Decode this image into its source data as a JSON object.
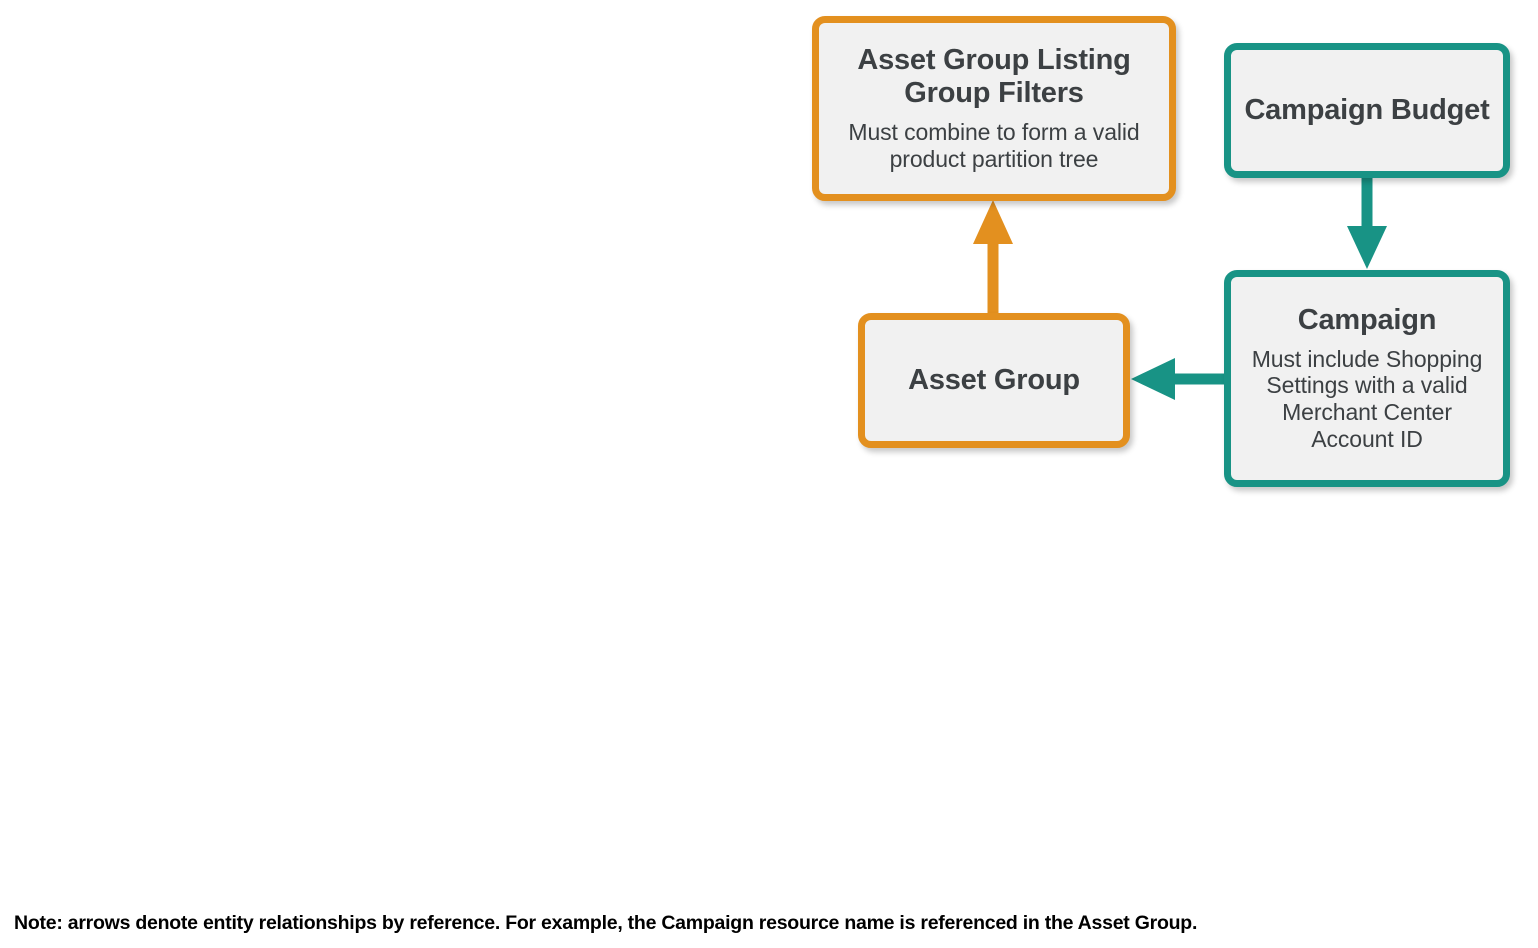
{
  "diagram": {
    "type": "entity-relationship",
    "background_color": "#ffffff",
    "palette": {
      "orange": "#e3901f",
      "teal": "#189385",
      "box_fill": "#f1f1f1",
      "text": "#3c4043",
      "note_text": "#000000"
    },
    "nodes": [
      {
        "id": "asset-group-listing-group-filters",
        "title": "Asset Group Listing Group Filters",
        "subtitle": "Must combine to form a valid product partition tree",
        "color": "#e3901f"
      },
      {
        "id": "campaign-budget",
        "title": "Campaign Budget",
        "subtitle": "",
        "color": "#189385"
      },
      {
        "id": "asset-group",
        "title": "Asset Group",
        "subtitle": "",
        "color": "#e3901f"
      },
      {
        "id": "campaign",
        "title": "Campaign",
        "subtitle": "Must include Shopping Settings with a valid Merchant Center Account ID",
        "color": "#189385"
      }
    ],
    "edges": [
      {
        "id": "asset-group-to-listing-group-filters",
        "from": "asset-group",
        "to": "asset-group-listing-group-filters",
        "direction": "up",
        "color": "#e3901f"
      },
      {
        "id": "campaign-budget-to-campaign",
        "from": "campaign-budget",
        "to": "campaign",
        "direction": "down",
        "color": "#189385"
      },
      {
        "id": "campaign-to-asset-group",
        "from": "campaign",
        "to": "asset-group",
        "direction": "left",
        "color": "#189385"
      }
    ],
    "note": "Note: arrows denote entity relationships by reference. For example, the Campaign resource name is referenced in the Asset Group."
  }
}
